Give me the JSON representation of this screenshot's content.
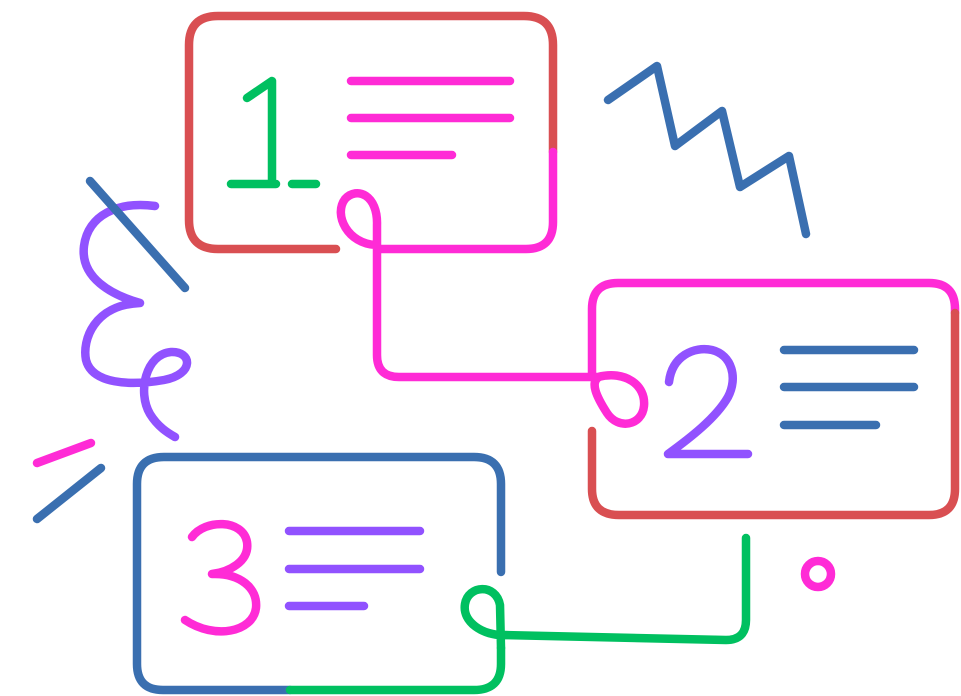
{
  "colors": {
    "red": "#d94f52",
    "magenta": "#ff2bd6",
    "green": "#00c060",
    "blue": "#3a6fb0",
    "purple": "#9152ff",
    "background": "#ffffff"
  },
  "cards": [
    {
      "number": "1",
      "number_color": "#00c060",
      "border_colors": [
        "#d94f52",
        "#ff2bd6"
      ],
      "text_lines": 3,
      "line_color": "#ff2bd6"
    },
    {
      "number": "2",
      "number_color": "#9152ff",
      "border_colors": [
        "#ff2bd6",
        "#d94f52"
      ],
      "text_lines": 3,
      "line_color": "#3a6fb0"
    },
    {
      "number": "3",
      "number_color": "#ff2bd6",
      "border_colors": [
        "#3a6fb0",
        "#00c060"
      ],
      "text_lines": 3,
      "line_color": "#9152ff"
    }
  ],
  "connectors": [
    {
      "from": "1",
      "to": "2",
      "color": "#ff2bd6",
      "style": "looped"
    },
    {
      "from": "2",
      "to": "3",
      "color": "#00c060",
      "style": "looped"
    }
  ],
  "decorations": [
    {
      "name": "zigzag-doodle",
      "color": "#3a6fb0"
    },
    {
      "name": "purple-curl-doodle",
      "color": "#9152ff"
    },
    {
      "name": "slash-doodle",
      "color": "#3a6fb0"
    },
    {
      "name": "spark-lines-doodle",
      "colors": [
        "#ff2bd6",
        "#3a6fb0"
      ]
    },
    {
      "name": "small-circle-doodle",
      "color": "#ff2bd6"
    }
  ]
}
